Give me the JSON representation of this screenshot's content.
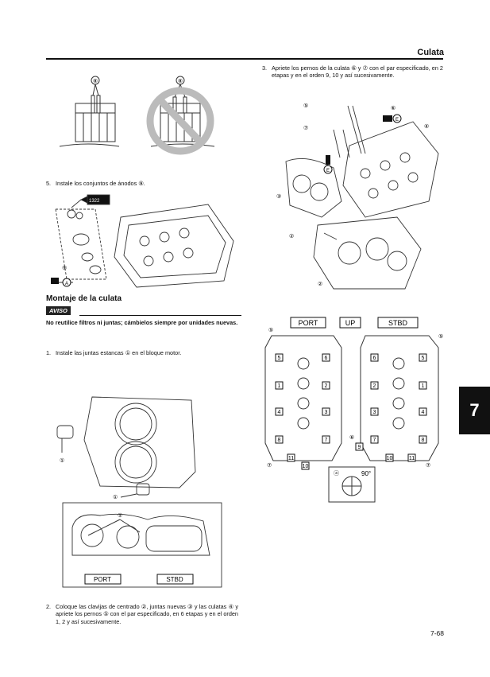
{
  "header": {
    "title": "Culata"
  },
  "steps": {
    "s3_num": "3.",
    "s3_text": "Apriete los pernos de la culata ⑥ y ⑦ con el par especificado, en 2 etapas y en el orden 9, 10 y así sucesivamente.",
    "s5_num": "5.",
    "s5_text": "Instale los conjuntos de ánodos ⑨.",
    "s1_num": "1.",
    "s1_text": "Instale las juntas estancas ① en el bloque motor.",
    "s2_num": "2.",
    "s2_text": "Coloque las clavijas de centrado ②, juntas nuevas ③ y las culatas ④ y apriete los pernos ⑤ con el par especificado, en 6 etapas y en el orden 1, 2 y así sucesivamente."
  },
  "section": {
    "title": "Montaje de la culata"
  },
  "aviso": {
    "label": "AVISO",
    "text": "No reutilice filtros ni juntas; cámbielos siempre por unidades nuevas."
  },
  "figures": {
    "fig1_callout": "⑧",
    "fig2_code": "1322",
    "fig2_callout": "⑨",
    "fig2_sealant": "A",
    "fig3_callout_1": "①",
    "fig3_port": "PORT",
    "fig3_stbd": "STBD",
    "fig4_callouts": [
      "⑤",
      "⑥",
      "⑦",
      "④",
      "③",
      "②"
    ],
    "fig4_oil": "E",
    "fig5_port": "PORT",
    "fig5_up": "UP",
    "fig5_stbd": "STBD",
    "fig5_angle": "90°",
    "fig5_a": "ⓐ",
    "fig5_seq_left": [
      "5",
      "6",
      "1",
      "2",
      "4",
      "3",
      "8",
      "7",
      "11",
      "10"
    ],
    "fig5_seq_right": [
      "6",
      "5",
      "2",
      "1",
      "3",
      "4",
      "7",
      "8",
      "10",
      "11",
      "9"
    ]
  },
  "tab": {
    "chapter": "7"
  },
  "footer": {
    "page": "7-68"
  }
}
